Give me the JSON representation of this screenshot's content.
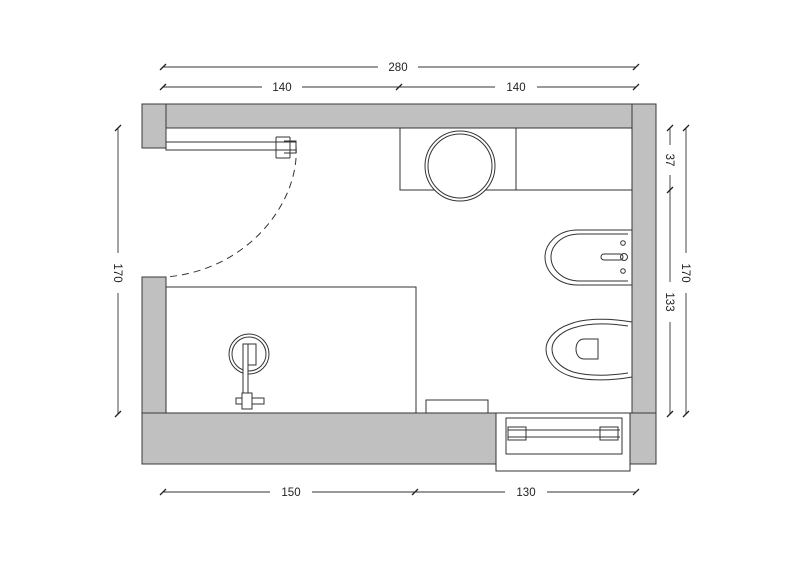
{
  "dimensions": {
    "top_total": "280",
    "top_left": "140",
    "top_right": "140",
    "bottom_left": "150",
    "bottom_right": "130",
    "left": "170",
    "right_outer": "170",
    "right_inner_top": "37",
    "right_inner_bottom": "133"
  },
  "colors": {
    "wall": "#c0c0c0",
    "line": "#333333",
    "background": "#ffffff"
  }
}
